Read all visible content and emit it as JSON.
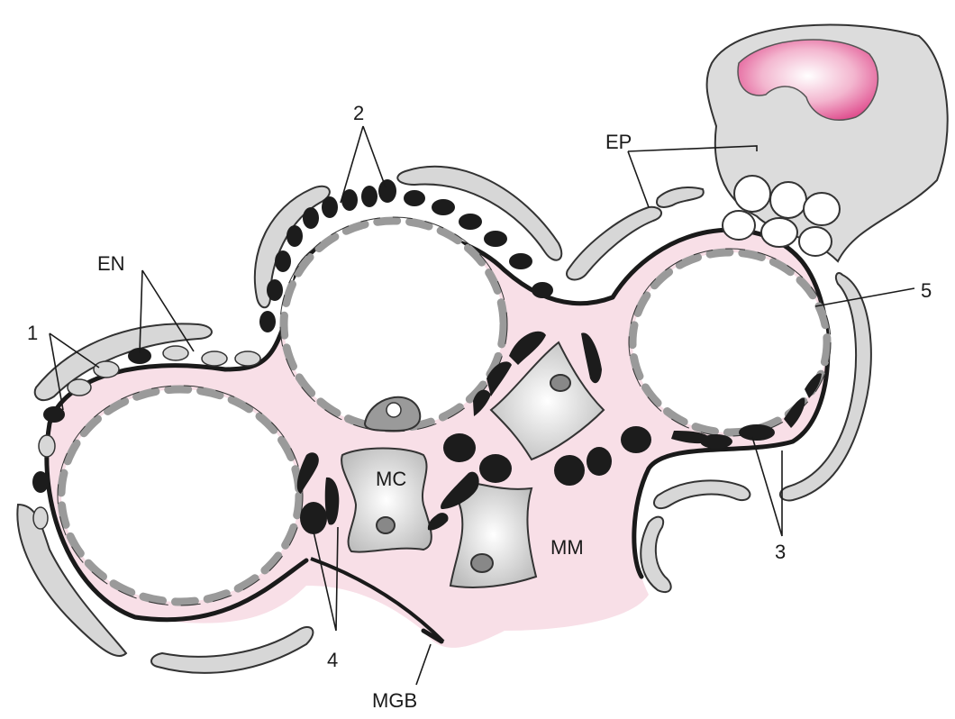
{
  "labels": {
    "num_1": "1",
    "num_2": "2",
    "num_3": "3",
    "num_4": "4",
    "num_5": "5",
    "en": "EN",
    "ep": "EP",
    "mc": "MC",
    "mm": "MM",
    "mgb": "MGB"
  },
  "colors": {
    "matrix_pink": "#f8dfe7",
    "membrane": "#1a1a1a",
    "endothelial_gray": "#9a9a9a",
    "cell_gray": "#d7d7d7",
    "podocyte_body": "#dcdcdc",
    "nucleus_magenta": "#e04f8f",
    "deposit_black": "#1c1c1c"
  }
}
